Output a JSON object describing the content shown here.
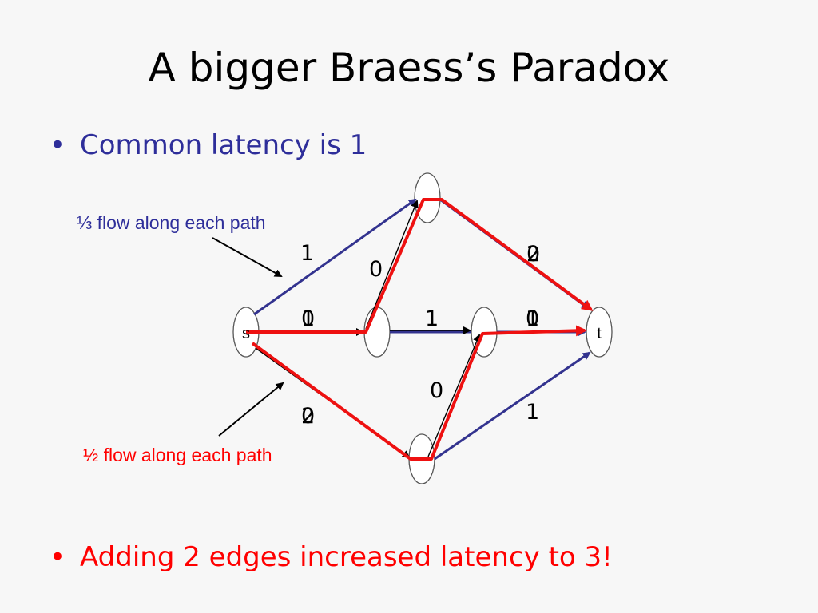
{
  "title": "A bigger Braess’s Paradox",
  "bullets": [
    {
      "text": "Common latency is 1",
      "color": "#2e2e9a"
    },
    {
      "text": "Adding 2 edges increased latency to 3!",
      "color": "#ff0000"
    }
  ],
  "colors": {
    "edge_blue": "#33338f",
    "path_red": "#ee1111",
    "arrow_black": "#000000",
    "node_stroke": "#555555"
  },
  "annotations": {
    "third_flow": "⅓ flow along each path",
    "half_flow": "½ flow along each path"
  },
  "nodes": {
    "s": "s",
    "t": "t"
  },
  "latency_labels": {
    "s_top": "1",
    "top_mid_0": "0",
    "top_t_a": "2",
    "top_t_b": "0",
    "s_mid_a": "1",
    "s_mid_b": "0",
    "mid_mid": "1",
    "mid_t_a": "1",
    "mid_t_b": "0",
    "bottom_mid_0": "0",
    "bottom_t": "1",
    "s_bottom_a": "2",
    "s_bottom_b": "0"
  }
}
